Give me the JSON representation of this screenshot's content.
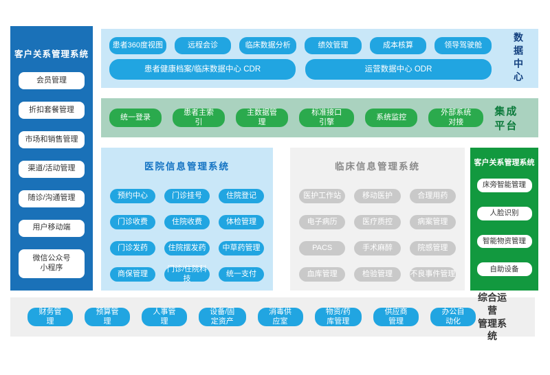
{
  "colors": {
    "left_sidebar_blue": "#1a71b8",
    "panel_light_blue": "#c9e7f8",
    "button_blue": "#21a5e1",
    "integration_bg": "#aad2bf",
    "button_green": "#2baa4d",
    "integration_label_green": "#0d7b3c",
    "right_sidebar_green": "#12993f",
    "panel_gray": "#f1f1f1",
    "button_gray": "#c9c9c9",
    "operations_bg": "#efefef",
    "his_title_blue": "#1272c2",
    "data_center_label_blue": "#14417f"
  },
  "left_sidebar": {
    "title": "客户关系管理系统",
    "items": [
      "会员管理",
      "折扣套餐管理",
      "市场和销售管理",
      "渠道/活动管理",
      "随诊/沟通管理",
      "用户移动端",
      "微信公众号\n小程序"
    ]
  },
  "data_center": {
    "label": "数据中心",
    "buttons": [
      "患者360度视图",
      "远程会诊",
      "临床数据分析",
      "绩效管理",
      "成本核算",
      "领导驾驶舱"
    ],
    "wide_buttons": [
      "患者健康档案/临床数据中心 CDR",
      "运营数据中心 ODR"
    ]
  },
  "integration": {
    "label": "集成平台",
    "buttons": [
      "统一登录",
      "患者主索引",
      "主数据管理",
      "标准接口引擎",
      "系统监控",
      "外部系统对接"
    ]
  },
  "his": {
    "title": "医院信息管理系统",
    "buttons": [
      "预约中心",
      "门诊挂号",
      "住院登记",
      "门诊收费",
      "住院收费",
      "体检管理",
      "门诊发药",
      "住院摆发药",
      "中草药管理",
      "商保管理",
      "门诊/住院科技",
      "统一支付"
    ]
  },
  "cis": {
    "title": "临床信息管理系统",
    "buttons": [
      "医护工作站",
      "移动医护",
      "合理用药",
      "电子病历",
      "医疗质控",
      "病案管理",
      "PACS",
      "手术麻醉",
      "院感管理",
      "血库管理",
      "检验管理",
      "不良事件管理"
    ]
  },
  "right_sidebar": {
    "title": "客户关系管理系统",
    "items": [
      "床旁智能管理",
      "人脸识别",
      "智能物资管理",
      "自助设备"
    ]
  },
  "operations": {
    "label": "综合运营\n管理系统",
    "buttons": [
      "财务管理",
      "预算管理",
      "人事管理",
      "设备/固定资产",
      "消毒供应室",
      "物资/药库管理",
      "供应商管理",
      "办公自动化"
    ]
  }
}
